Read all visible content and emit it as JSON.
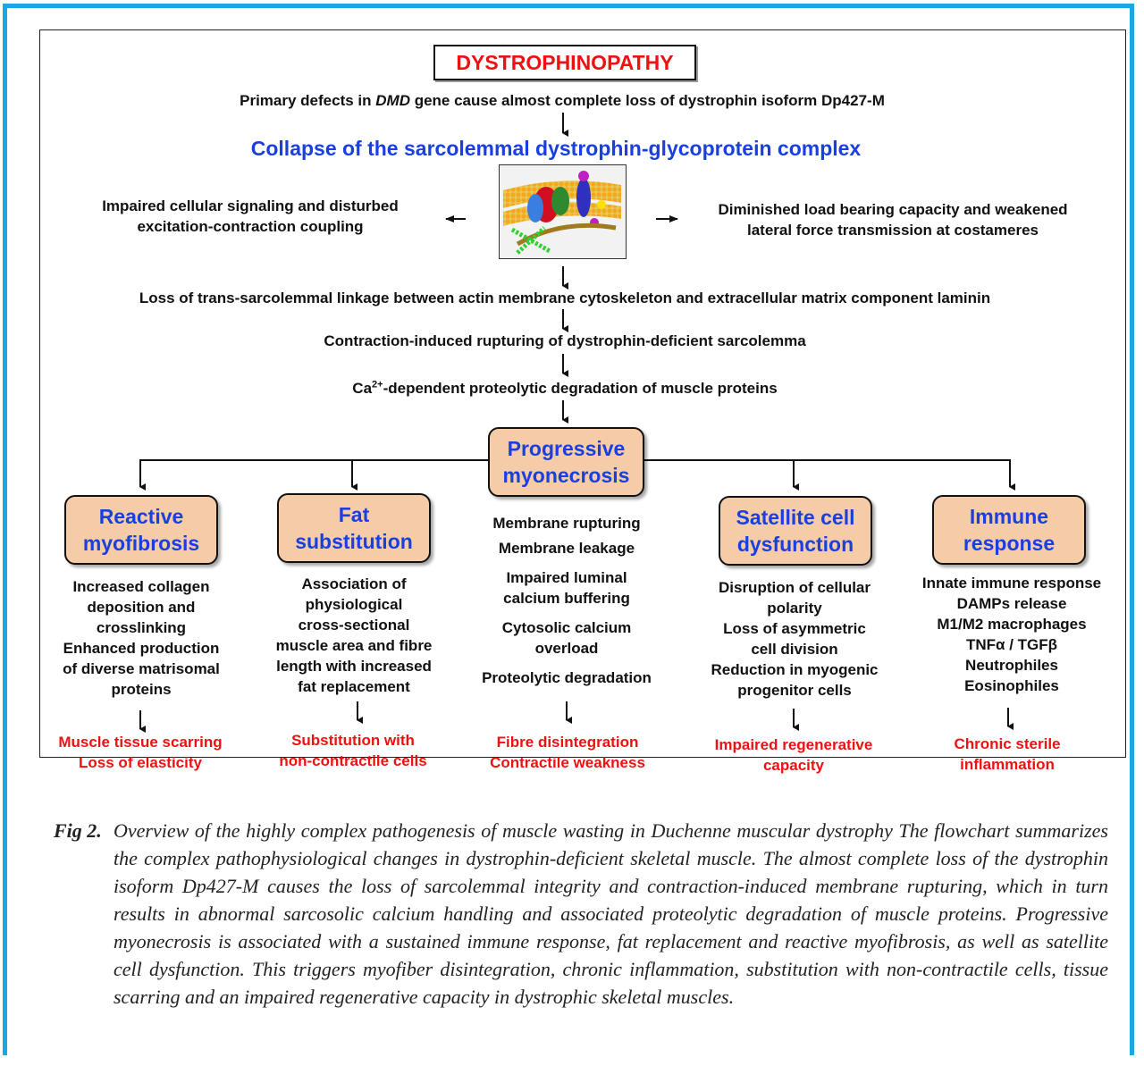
{
  "figure": {
    "title": "DYSTROPHINOPATHY",
    "primary": {
      "pre": "Primary defects in ",
      "em": "DMD",
      "post": " gene cause almost complete loss of dystrophin isoform Dp427-M"
    },
    "collapse": "Collapse of the sarcolemmal dystrophin-glycoprotein complex",
    "left_effect": [
      "Impaired cellular signaling and disturbed",
      "excitation-contraction coupling"
    ],
    "right_effect": [
      "Diminished load bearing capacity and weakened",
      "lateral force transmission at costameres"
    ],
    "loss_linkage": "Loss of trans-sarcolemmal linkage between actin membrane cytoskeleton and extracellular matrix component laminin",
    "rupturing": "Contraction-induced rupturing of dystrophin-deficient sarcolemma",
    "calcium": {
      "pre": "Ca",
      "sup": "2+",
      "post": "-dependent proteolytic degradation of muscle proteins"
    },
    "center": [
      "Progressive",
      "myonecrosis"
    ],
    "branches": [
      {
        "box": [
          "Reactive",
          "myofibrosis"
        ],
        "details": [
          "Increased collagen",
          "deposition and",
          "crosslinking",
          "Enhanced production",
          "of diverse matrisomal",
          "proteins"
        ],
        "outcome": [
          "Muscle tissue scarring",
          "Loss of elasticity"
        ]
      },
      {
        "box": [
          "Fat",
          "substitution"
        ],
        "details": [
          "Association of",
          "physiological",
          "cross-sectional",
          "muscle area and fibre",
          "length with increased",
          "fat replacement"
        ],
        "outcome": [
          "Substitution with",
          "non-contractile cells"
        ]
      },
      {
        "box": [],
        "details": [
          "Membrane rupturing",
          "Membrane leakage",
          "Impaired luminal",
          "calcium buffering",
          "Cytosolic calcium",
          "overload",
          "Proteolytic degradation"
        ],
        "outcome": [
          "Fibre disintegration",
          "Contractile weakness"
        ]
      },
      {
        "box": [
          "Satellite cell",
          "dysfunction"
        ],
        "details": [
          "Disruption of cellular",
          "polarity",
          "Loss of asymmetric",
          "cell division",
          "Reduction in myogenic",
          "progenitor cells"
        ],
        "outcome": [
          "Impaired regenerative",
          "capacity"
        ]
      },
      {
        "box": [
          "Immune",
          "response"
        ],
        "details": [
          "Innate immune response",
          "DAMPs release",
          "M1/M2 macrophages",
          "TNFα / TGFβ",
          "Neutrophiles",
          "Eosinophiles"
        ],
        "outcome": [
          "Chronic sterile",
          "inflammation"
        ]
      }
    ]
  },
  "caption": {
    "label": "Fig 2.",
    "text": "Overview of the highly complex pathogenesis of muscle wasting in Duchenne muscular dystrophy The flowchart summarizes the complex pathophysiological changes in dystrophin-deficient skeletal muscle. The almost complete loss of the dystrophin isoform Dp427-M causes the loss of sarcolemmal integrity and contraction-induced membrane rupturing, which in turn results in abnormal sarcosolic calcium handling and associated proteolytic degradation of muscle proteins. Progressive myonecrosis is associated with a sustained immune response, fat replacement and reactive myofibrosis, as well as satellite cell dysfunction. This triggers myofiber disintegration, chronic inflammation, substitution with non-contractile cells, tissue scarring and an impaired regenerative capacity in dystrophic skeletal muscles."
  },
  "colors": {
    "frame": "#1aa7e2",
    "box_fill": "#f6cba8",
    "box_text": "#1a3fe0",
    "outcome": "#ee1111",
    "title": "#ee1111"
  },
  "icons": [
    "membrane-protein-complex-illustration"
  ]
}
